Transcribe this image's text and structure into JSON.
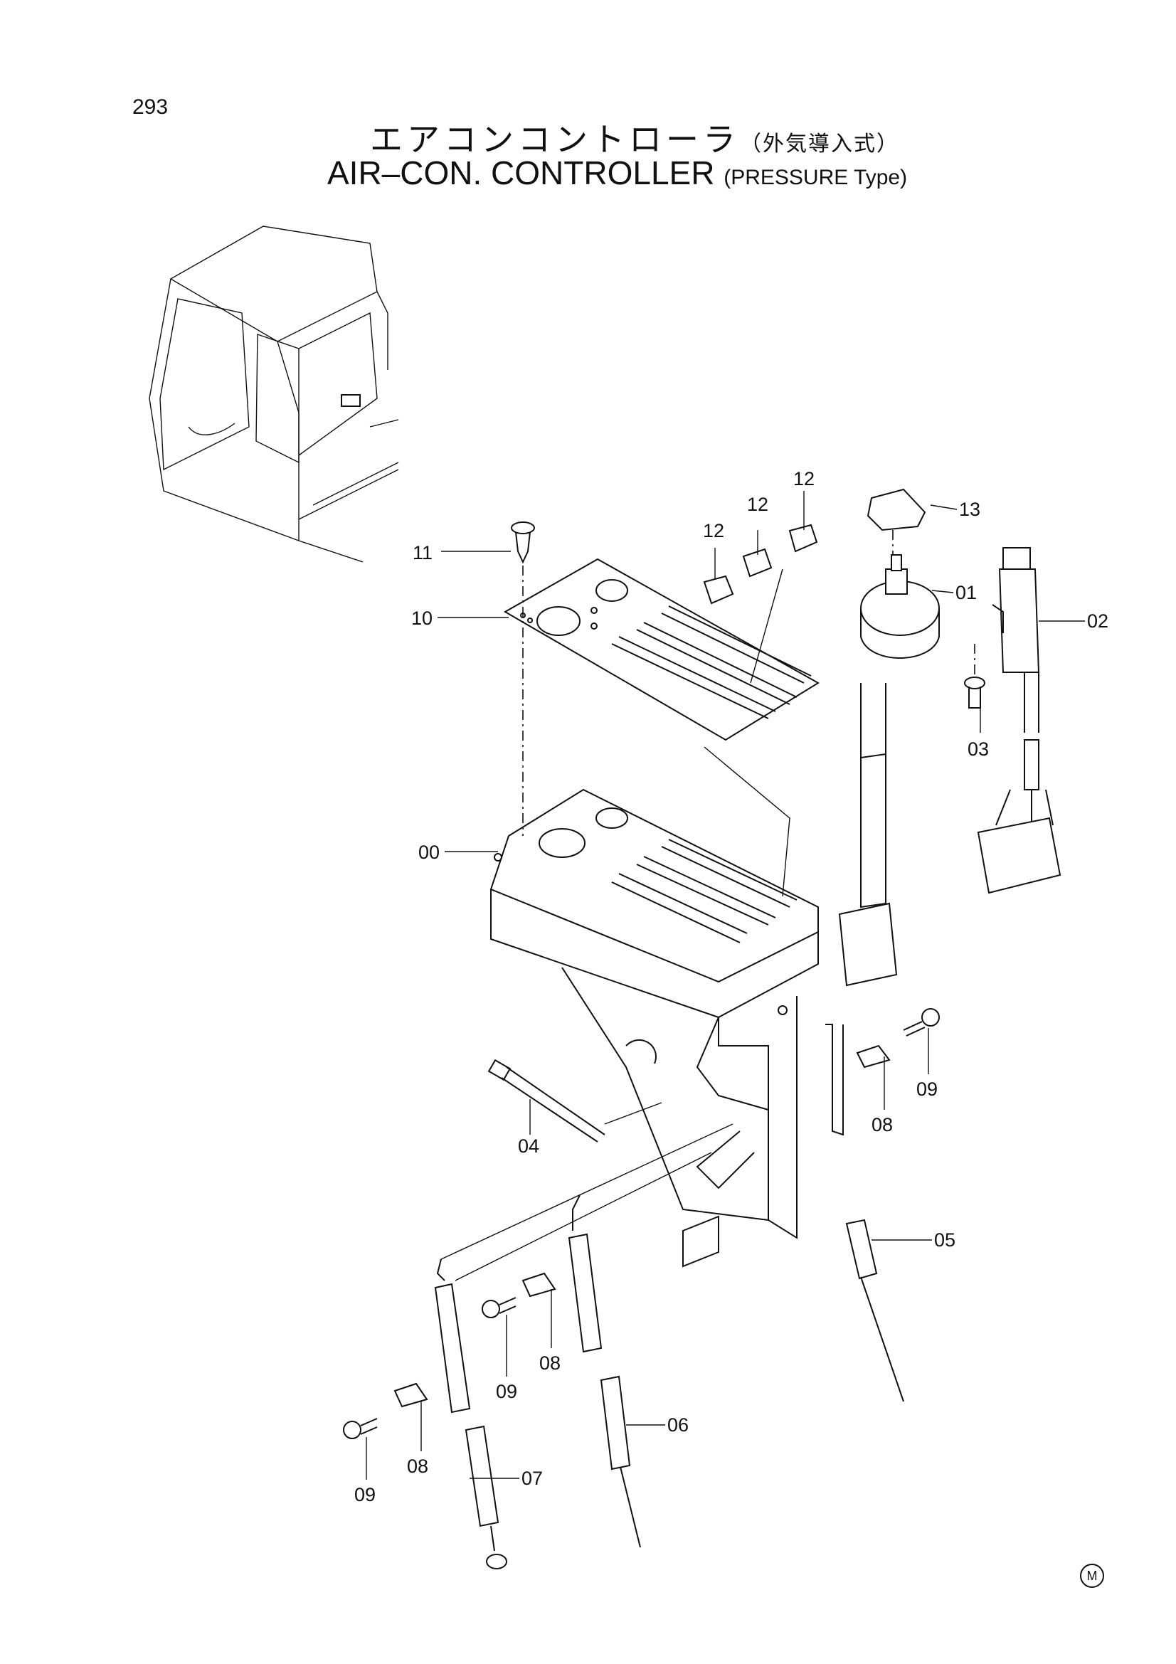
{
  "page_number": "293",
  "title_jp": "エアコンコントローラ",
  "title_jp_paren": "（外気導入式）",
  "title_en": "AIR–CON. CONTROLLER",
  "title_en_paren": "(PRESSURE Type)",
  "mark": "M",
  "callouts": {
    "c00": "00",
    "c01": "01",
    "c02": "02",
    "c03": "03",
    "c04": "04",
    "c05": "05",
    "c06": "06",
    "c07": "07",
    "c08a": "08",
    "c08b": "08",
    "c08c": "08",
    "c09a": "09",
    "c09b": "09",
    "c09c": "09",
    "c10": "10",
    "c11": "11",
    "c12a": "12",
    "c12b": "12",
    "c12c": "12",
    "c13": "13"
  }
}
